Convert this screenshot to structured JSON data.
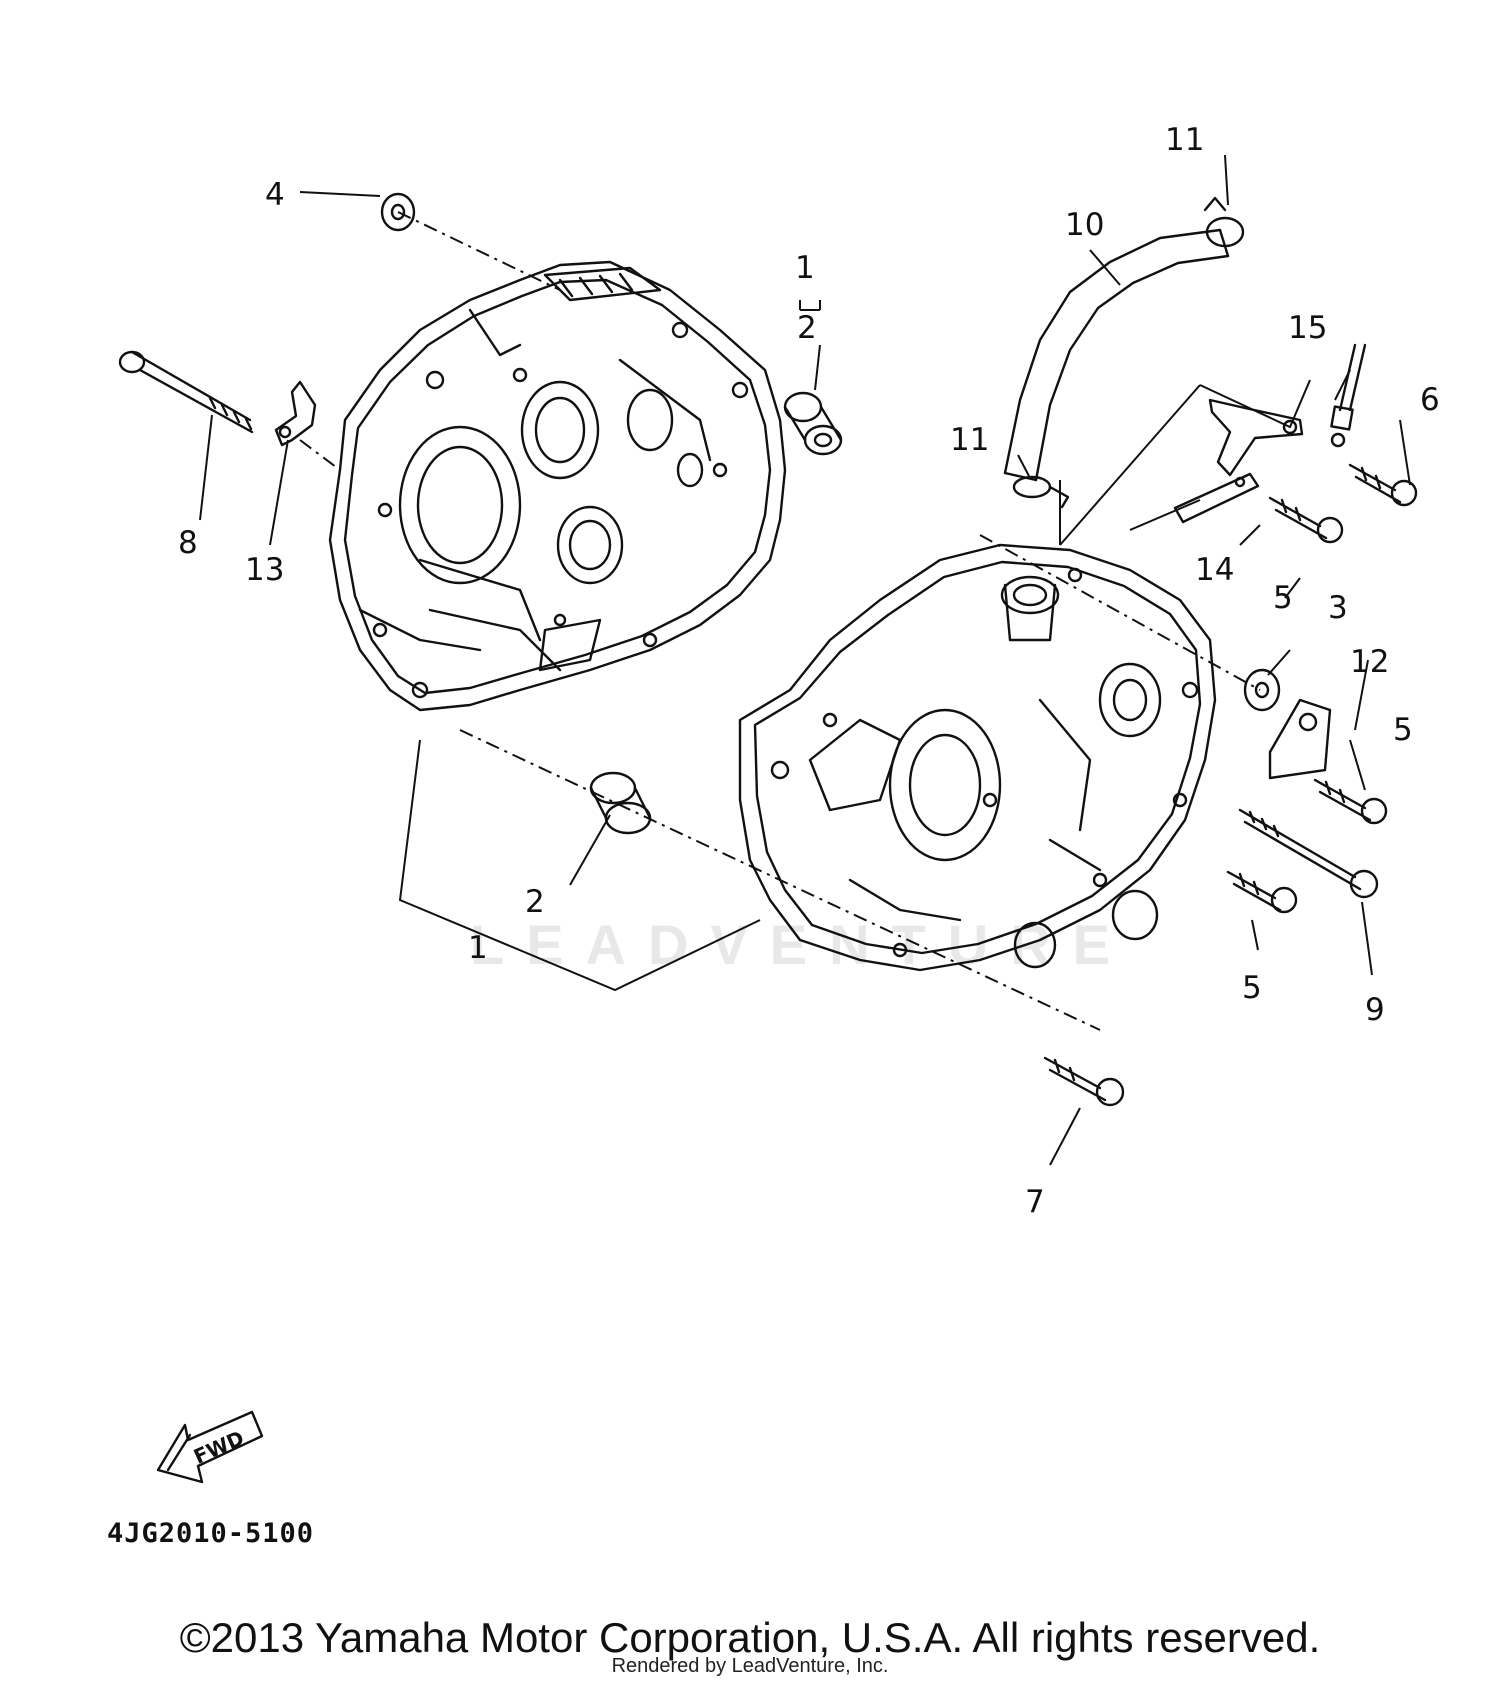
{
  "callouts": [
    {
      "label": "1"
    },
    {
      "label": "2"
    },
    {
      "label": "1"
    },
    {
      "label": "2"
    },
    {
      "label": "3"
    },
    {
      "label": "4"
    },
    {
      "label": "5"
    },
    {
      "label": "5"
    },
    {
      "label": "5"
    },
    {
      "label": "6"
    },
    {
      "label": "7"
    },
    {
      "label": "8"
    },
    {
      "label": "9"
    },
    {
      "label": "10"
    },
    {
      "label": "11"
    },
    {
      "label": "11"
    },
    {
      "label": "12"
    },
    {
      "label": "13"
    },
    {
      "label": "14"
    },
    {
      "label": "15"
    }
  ],
  "fwd_label": "FWD",
  "part_number": "4JG2010-5100",
  "watermark": "LEADVENTURE",
  "copyright": "©2013 Yamaha Motor Corporation, U.S.A. All rights reserved.",
  "rendered_by": "Rendered by LeadVenture, Inc."
}
